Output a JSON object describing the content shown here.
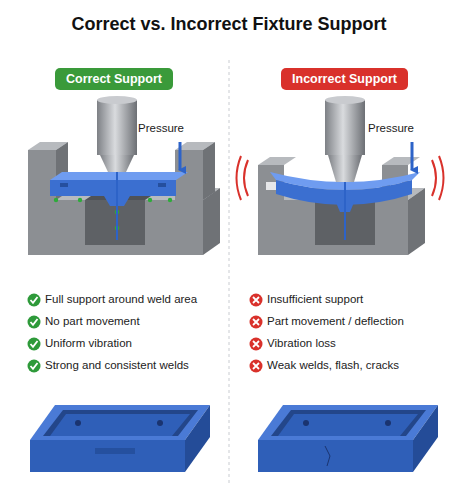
{
  "diagram": {
    "title": "Correct vs. Incorrect Fixture Support",
    "nodes": [
      {
        "text": [
          "Correct Support"
        ]
      },
      {
        "text": [
          "Incorrect Support"
        ]
      }
    ],
    "labels": [
      "Pressure",
      "Full support around weld area",
      "No part movement",
      "Uniform vibration",
      "Strong and consistent welds",
      "Pressure",
      "Insufficient support",
      "Part movement / deflection",
      "Vibration loss",
      "Weak welds, flash, cracks"
    ]
  }
}
